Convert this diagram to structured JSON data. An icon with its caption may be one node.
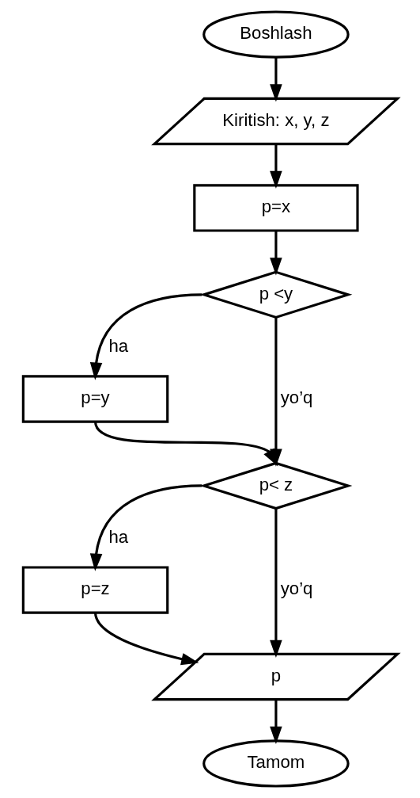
{
  "diagram": {
    "nodes": [
      {
        "text": [
          "Boshlash"
        ]
      },
      {
        "text": [
          "Kiritish: x, y, z"
        ]
      },
      {
        "text": [
          "p=x"
        ]
      },
      {
        "text": [
          "p <y"
        ]
      },
      {
        "text": [
          "p=y"
        ]
      },
      {
        "text": [
          "p< z"
        ]
      },
      {
        "text": [
          "p=z"
        ]
      },
      {
        "text": [
          "p"
        ]
      },
      {
        "text": [
          "Tamom"
        ]
      }
    ],
    "edges": [
      {
        "from": 0,
        "to": 1,
        "arrow": "to"
      },
      {
        "from": 1,
        "to": 2,
        "arrow": "to"
      },
      {
        "from": 2,
        "to": 3,
        "arrow": "to"
      },
      {
        "from": 3,
        "to": 4,
        "arrow": "to",
        "label": "ha"
      },
      {
        "from": 3,
        "to": 5,
        "arrow": "to",
        "label": "yo’q"
      },
      {
        "from": 4,
        "to": 5,
        "arrow": "to"
      },
      {
        "from": 5,
        "to": 6,
        "arrow": "to",
        "label": "ha"
      },
      {
        "from": 5,
        "to": 7,
        "arrow": "to",
        "label": "yo’q"
      },
      {
        "from": 6,
        "to": 7,
        "arrow": "to"
      },
      {
        "from": 7,
        "to": 8,
        "arrow": "to"
      }
    ]
  }
}
